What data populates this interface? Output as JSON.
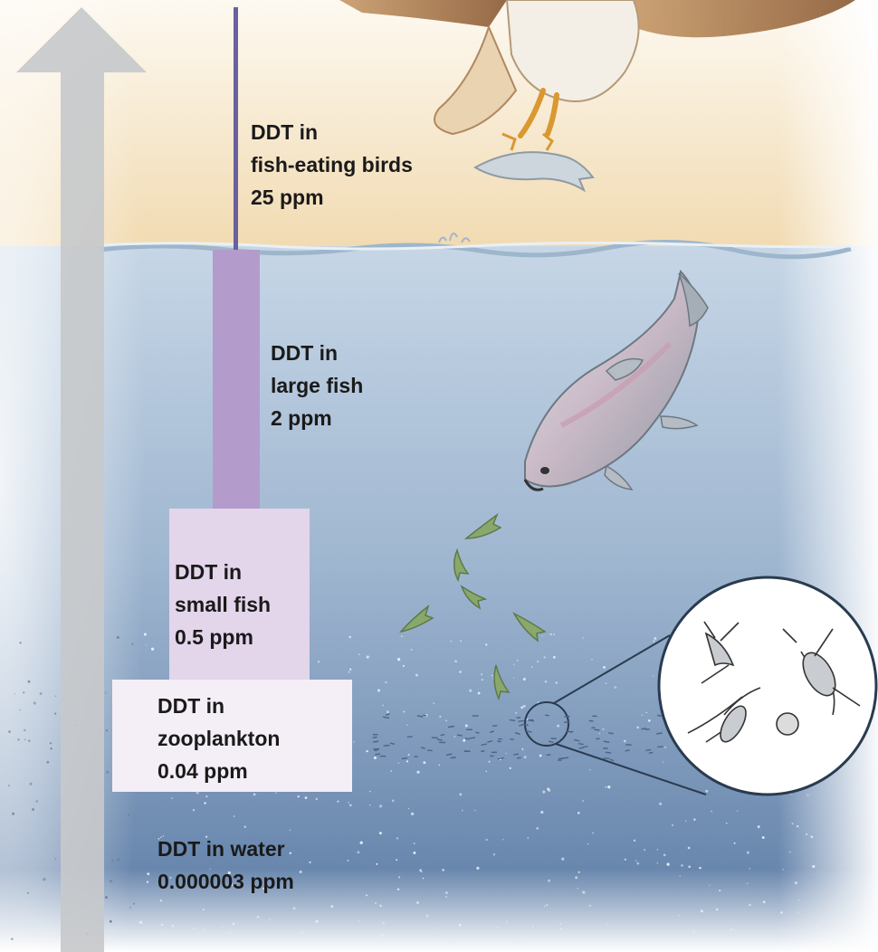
{
  "levels": {
    "birds": {
      "line1": "DDT in",
      "line2": "fish-eating birds",
      "value": "25 ppm"
    },
    "large_fish": {
      "line1": "DDT in",
      "line2": "large fish",
      "value": "2 ppm"
    },
    "small_fish": {
      "line1": "DDT in",
      "line2": "small fish",
      "value": "0.5 ppm"
    },
    "zooplankton": {
      "line1": "DDT in",
      "line2": "zooplankton",
      "value": "0.04 ppm"
    },
    "water": {
      "line1": "DDT in water",
      "value": "0.000003 ppm"
    }
  },
  "colors": {
    "sky_top": "#fbf4e6",
    "sky_bottom": "#f2dcb2",
    "water_surface": "#b8cde0",
    "water_deep": "#5f7fa8",
    "arrow": "#c9cbcd",
    "bar_birds": "#7a70a8",
    "bar_large_fish": "#b7a0cc",
    "bar_small_fish": "#e4d7ec",
    "bar_zooplankton": "#f3edf5"
  }
}
